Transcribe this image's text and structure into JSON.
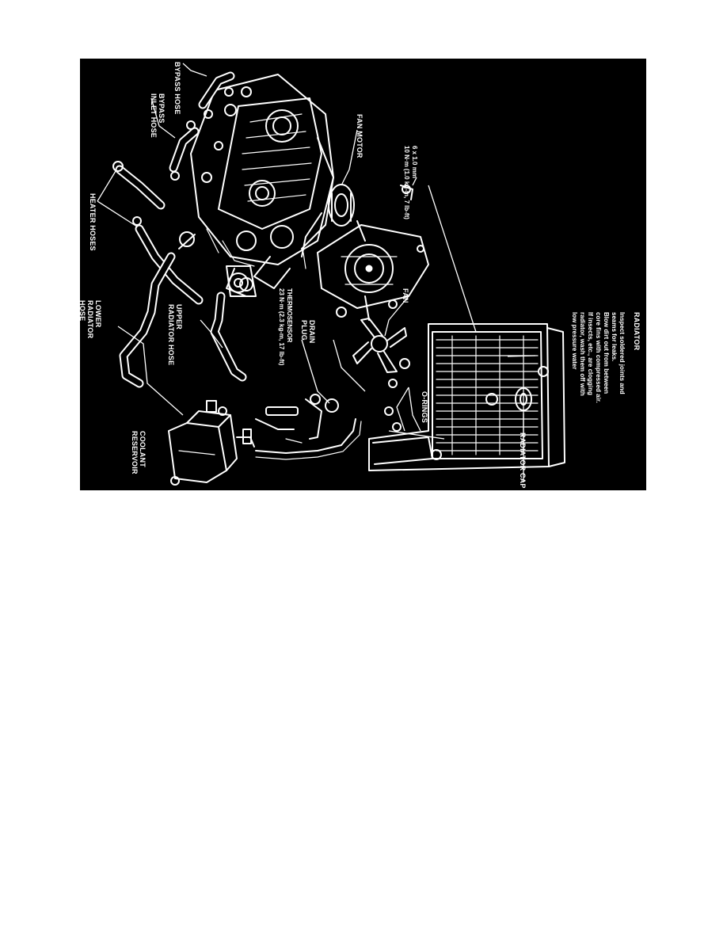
{
  "diagram": {
    "labels": {
      "bypass_hose": "BYPASS HOSE",
      "bypass_inlet_hose_1": "BYPASS",
      "bypass_inlet_hose_2": "INLET HOSE",
      "heater_hoses": "HEATER HOSES",
      "lower_radiator_hose_1": "LOWER",
      "lower_radiator_hose_2": "RADIATOR",
      "lower_radiator_hose_3": "HOSE",
      "upper_radiator_hose_1": "UPPER",
      "upper_radiator_hose_2": "RADIATOR HOSE",
      "coolant_reservoir_1": "COOLANT",
      "coolant_reservoir_2": "RESERVOIR",
      "fan_motor": "FAN MOTOR",
      "bolt_spec_1": "6 x 1.0 mm",
      "bolt_spec_2": "10 N·m (1.0 kg-m, 7 lb-ft)",
      "fan": "FAN",
      "drain_plug_1": "DRAIN",
      "drain_plug_2": "PLUG",
      "thermosensor_1": "THERMOSENSOR",
      "thermosensor_2": "23 N·m (2.3 kg-m, 17 lb-ft)",
      "o_rings": "O-RINGS",
      "radiator_cap": "RADIATOR CAP",
      "radiator_title": "RADIATOR",
      "radiator_note_1": "Inspect soldered joints and",
      "radiator_note_2": "seams for leaks.",
      "radiator_note_3": "Blow dirt out from between",
      "radiator_note_4": "core fins with compressed air.",
      "radiator_note_5": "If insects, etc., are clogging",
      "radiator_note_6": "radiator, wash them off with",
      "radiator_note_7": "low pressure water"
    },
    "colors": {
      "background": "#000000",
      "ink": "#ffffff",
      "page": "#ffffff"
    }
  }
}
